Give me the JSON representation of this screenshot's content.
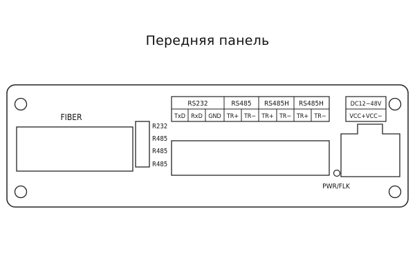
{
  "title": "Передняя панель",
  "fiber_label": "FIBER",
  "side_labels": [
    "R232",
    "R485",
    "R485",
    "R485"
  ],
  "group_headers": [
    "RS232",
    "RS485",
    "RS485H",
    "RS485H"
  ],
  "pin_labels": [
    "TxD",
    "RxD",
    "GND",
    "TR+",
    "TR−",
    "TR+",
    "TR−",
    "TR+",
    "TR−"
  ],
  "power_header": "DC12−48V",
  "power_pins": "VCC+VCC−",
  "indicator_label": "PWR/FLK"
}
